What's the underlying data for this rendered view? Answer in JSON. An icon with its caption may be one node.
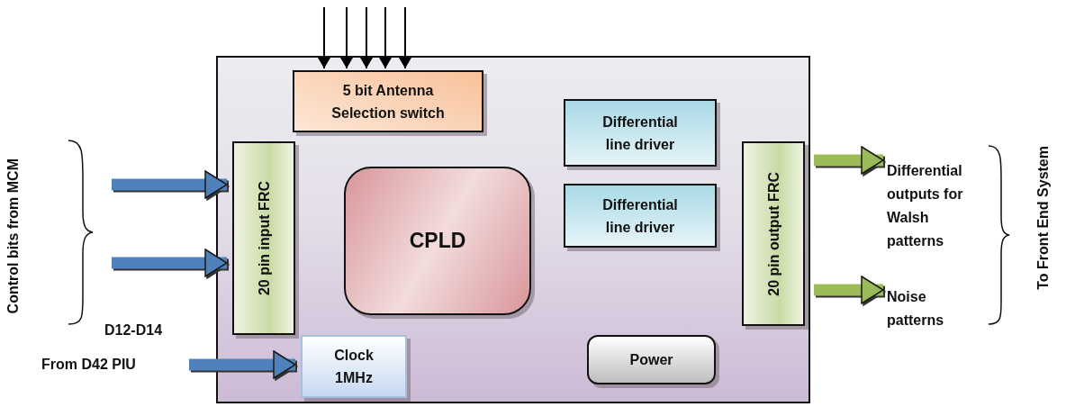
{
  "diagram": {
    "nodes": [
      {
        "text": [],
        "shape": "box"
      },
      {
        "text": [
          "5 bit Antenna Selection switch"
        ],
        "in": 0
      },
      {
        "text": [
          "20 pin input FRC"
        ],
        "in": 0
      },
      {
        "text": [
          "CPLD"
        ],
        "in": 0
      },
      {
        "text": [
          "Differential line driver"
        ],
        "in": 0
      },
      {
        "text": [
          "Differential line driver"
        ],
        "in": 0
      },
      {
        "text": [
          "20 pin output FRC"
        ],
        "in": 0
      },
      {
        "text": [
          "Clock 1MHz"
        ],
        "in": 0
      },
      {
        "text": [
          "Power"
        ],
        "in": 0
      },
      {
        "text": [
          "From D42 PIU"
        ]
      },
      {
        "text": [
          "Differential outputs for Walsh patterns"
        ]
      },
      {
        "text": [
          "Noise patterns"
        ]
      }
    ],
    "edges": [
      {
        "from": null,
        "to": 1,
        "arrow": "to"
      },
      {
        "from": null,
        "to": 1,
        "arrow": "to"
      },
      {
        "from": null,
        "to": 1,
        "arrow": "to"
      },
      {
        "from": null,
        "to": 1,
        "arrow": "to"
      },
      {
        "from": null,
        "to": 1,
        "arrow": "to"
      },
      {
        "from": null,
        "to": 2,
        "arrow": "to",
        "style": "thick",
        "color": "#4f81bd"
      },
      {
        "from": null,
        "to": 2,
        "arrow": "to",
        "style": "thick",
        "color": "#4f81bd"
      },
      {
        "from": 9,
        "to": 7,
        "arrow": "to",
        "style": "thick",
        "color": "#4f81bd"
      },
      {
        "from": 6,
        "to": 10,
        "arrow": "to",
        "style": "thick",
        "color": "#9bbb59"
      },
      {
        "from": 6,
        "to": 11,
        "arrow": "to",
        "style": "thick",
        "color": "#9bbb59"
      }
    ],
    "labels": [
      "Control bits from MCM",
      "D12-D14",
      "To Front End System"
    ]
  }
}
